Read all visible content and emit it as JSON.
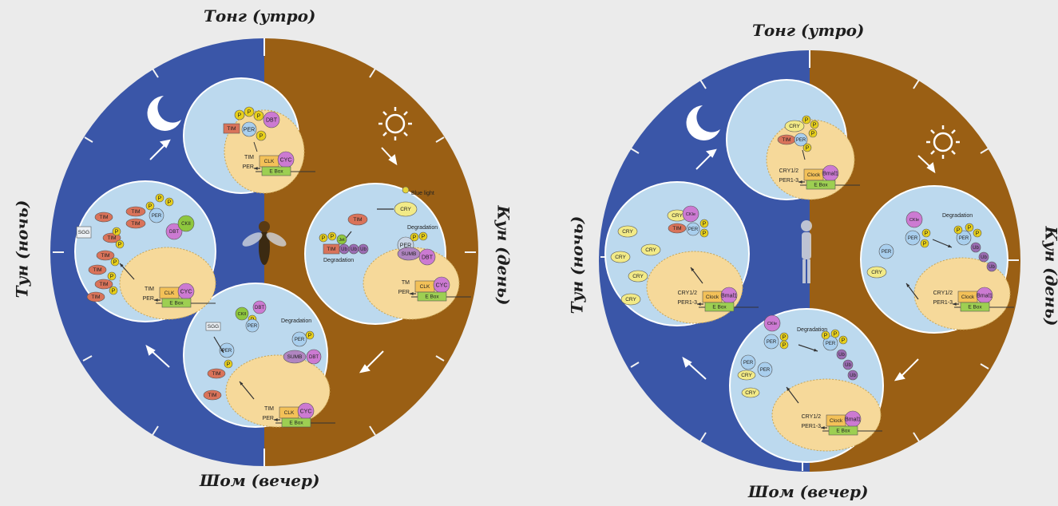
{
  "figures": [
    {
      "id": "fly",
      "labels": {
        "morning": "Тонг (утро)",
        "day": "Кун (день)",
        "evening": "Шом (вечер)",
        "night": "Тун (ночь)"
      },
      "top": {
        "proteins": [
          "TIM",
          "P",
          "P",
          "P",
          "DBT",
          "PER",
          "P",
          "CLK",
          "CYC"
        ],
        "genes": [
          "TIM",
          "PER"
        ],
        "ebox": "E Box"
      },
      "right": {
        "blue_light": "Blue light",
        "cry": "CRY",
        "degradation_1": "Degradation",
        "tim": "TIM",
        "per": "PER",
        "sumb": "SUMB",
        "dbt": "DBT",
        "ub": [
          "Ub",
          "Ub",
          "Ub"
        ],
        "jet": "Jet",
        "degradation_2": "Degradation",
        "genes": [
          "TM",
          "PER"
        ],
        "clk": "CLK",
        "cyc": "CYC",
        "ebox": "E Box"
      },
      "bottom": {
        "dbt": "DBT",
        "ckii": "CKII",
        "per": "PER",
        "degradation": "Degradation",
        "sgg": "SGG",
        "sumb": "SUMB",
        "tim": "TIM",
        "genes": [
          "TIM",
          "PER"
        ],
        "clk": "CLK",
        "cyc": "CYC",
        "ebox": "E Box"
      },
      "left": {
        "sgg": "SGG",
        "tim": "TIM",
        "per": "PER",
        "dbt": "DBT",
        "ckii": "CKII",
        "genes": [
          "TIM",
          "PER"
        ],
        "clk": "CLK",
        "cyc": "CYC",
        "ebox": "E Box"
      }
    },
    {
      "id": "human",
      "labels": {
        "morning": "Тонг (утро)",
        "day": "Кун (день)",
        "evening": "Шом (вечер)",
        "night": "Тун (ночь)"
      },
      "top": {
        "cry": "CRY",
        "tim": "TIM",
        "per": "PER",
        "genes": [
          "CRY1/2",
          "PER1-3"
        ],
        "clock": "Clock",
        "bmal": "Bmal1",
        "ebox": "E Box"
      },
      "right": {
        "ckle": "CKIe",
        "per": "PER",
        "degradation": "Degradation",
        "ub": [
          "Ub",
          "Ub",
          "Ub"
        ],
        "cry": "CRY",
        "genes": [
          "CRY1/2",
          "PER1-3"
        ],
        "clock": "Clock",
        "bmal": "Bmal1",
        "ebox": "E Box"
      },
      "bottom": {
        "ckle": "CKIe",
        "per": "PER",
        "degradation": "Degradation",
        "ub": [
          "Ub",
          "Ub",
          "Ub"
        ],
        "cry": "CRY",
        "genes": [
          "CRY1/2",
          "PER1-3"
        ],
        "clock": "Clock",
        "bmal": "Bmal1",
        "ebox": "E Box"
      },
      "left": {
        "cry": "CRY",
        "ckle": "CKIe",
        "per": "PER",
        "tim": "TIM",
        "genes": [
          "CRY1/2",
          "PER1-3"
        ],
        "clock": "Clock",
        "bmal": "Bmal1",
        "ebox": "E Box"
      }
    }
  ],
  "colors": {
    "night": "#3a56a8",
    "day": "#9a5f14",
    "cell": "#bcd9ee",
    "nucleus": "#f6d99a",
    "phospho": "#e7cf1b",
    "tim": "#d9735a",
    "per": "#a9cfee",
    "dbt": "#cc7ad2",
    "ckii": "#8ec73e",
    "ub": "#9a6cb2",
    "cry": "#f2ea87",
    "ebox": "#9dcf52",
    "clock": "#f3c158"
  }
}
